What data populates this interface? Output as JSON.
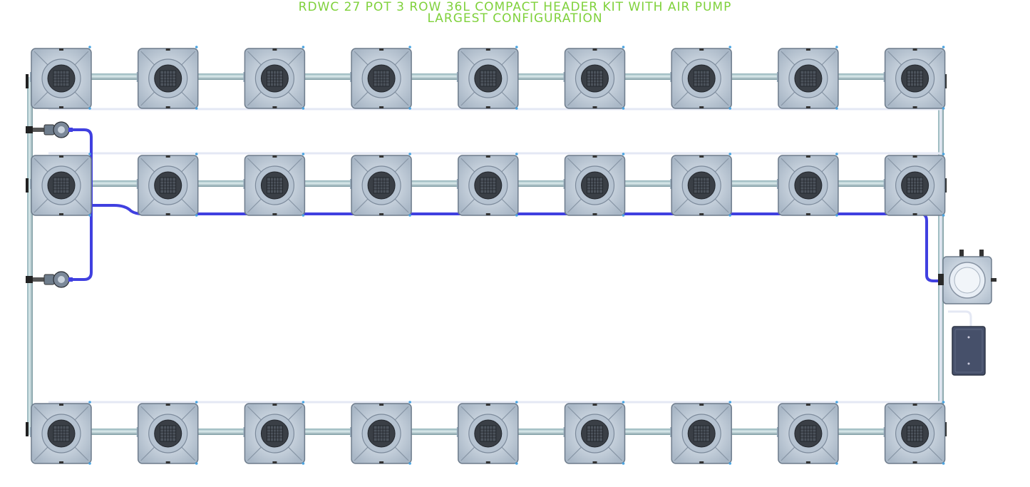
{
  "title": {
    "line1": "RDWC 27 POT 3 ROW 36L COMPACT HEADER KIT WITH AIR PUMP",
    "line2": "LARGEST CONFIGURATION"
  },
  "layout": {
    "rows": 3,
    "pots_per_row": 9,
    "pot_count": 27,
    "pot_volume": "36L"
  },
  "components": {
    "pot": "grow-pot",
    "control_bucket": "control-bucket",
    "air_pump": "air-pump",
    "water_pump_count": 2
  },
  "colors": {
    "title": "#7fd13b",
    "pot_body": "#c9d5e2",
    "pot_outline": "#6e7c8c",
    "net_pot": "#3a3f46",
    "return_pipe": "#b9d3d6",
    "feed_line": "#4040e0",
    "air_line": "#e4e8f4",
    "air_pump": "#46506a"
  }
}
